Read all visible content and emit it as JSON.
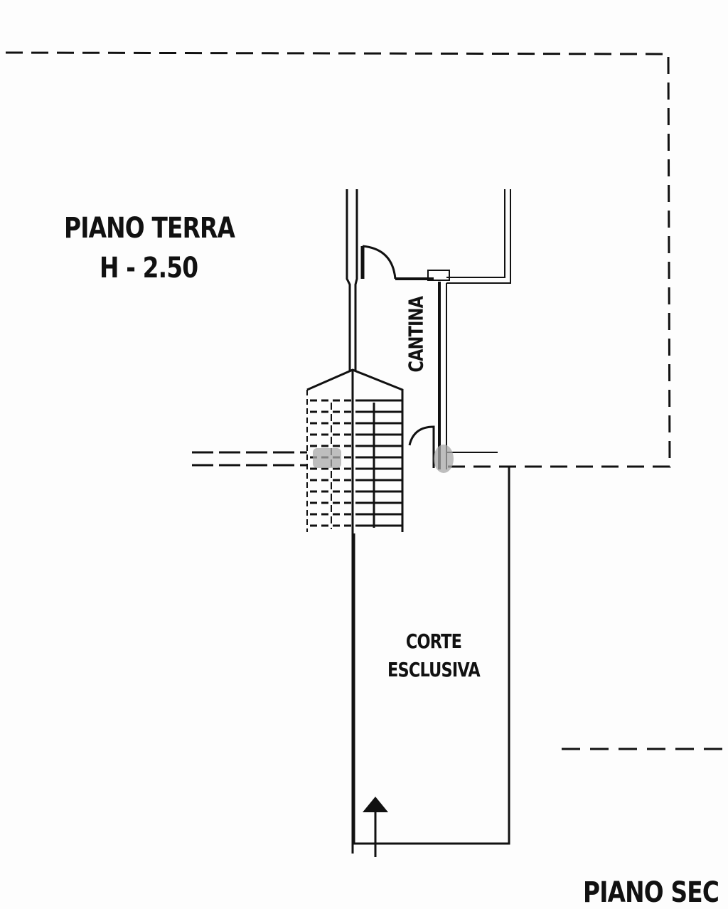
{
  "plan": {
    "floor_title": "PIANO TERRA",
    "floor_height": "H - 2.50",
    "rooms": [
      {
        "name": "CANTINA"
      },
      {
        "name_line1": "CORTE",
        "name_line2": "ESCLUSIVA"
      }
    ],
    "next_floor_title_partial": "PIANO SEC",
    "colors": {
      "line": "#111111",
      "background": "#fdfdfd",
      "watermark": "#a8a8a8"
    }
  }
}
